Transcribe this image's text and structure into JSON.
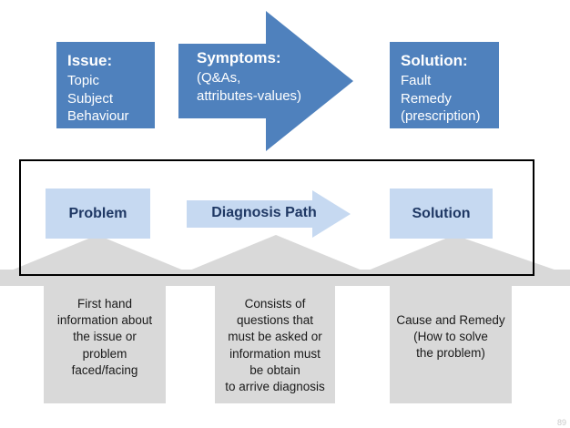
{
  "colors": {
    "dark_blue": "#4F81BD",
    "light_blue": "#C6D9F1",
    "navy_text": "#1F3864",
    "gray_shape": "#D9D9D9",
    "frame_border": "#000000"
  },
  "top_row": {
    "issue": {
      "heading": "Issue:",
      "lines": [
        "Topic",
        "Subject",
        "Behaviour"
      ]
    },
    "symptoms": {
      "heading": "Symptoms:",
      "lines": [
        "(Q&As,",
        "attributes-values)"
      ]
    },
    "solution": {
      "heading": "Solution:",
      "lines": [
        "Fault",
        "Remedy",
        "(prescription)"
      ]
    }
  },
  "middle_row": {
    "problem_label": "Problem",
    "diagnosis_label": "Diagnosis Path",
    "solution_label": "Solution"
  },
  "descriptions": [
    {
      "lines": [
        "First hand",
        "information about",
        "the issue or",
        "problem",
        "faced/facing"
      ]
    },
    {
      "lines": [
        "Consists of",
        "questions that",
        "must be asked or",
        "information must",
        "be obtain",
        "to arrive diagnosis"
      ]
    },
    {
      "lines": [
        "Cause and Remedy",
        "(How to solve",
        "the problem)"
      ]
    }
  ],
  "footer": {
    "page_number": "89"
  }
}
